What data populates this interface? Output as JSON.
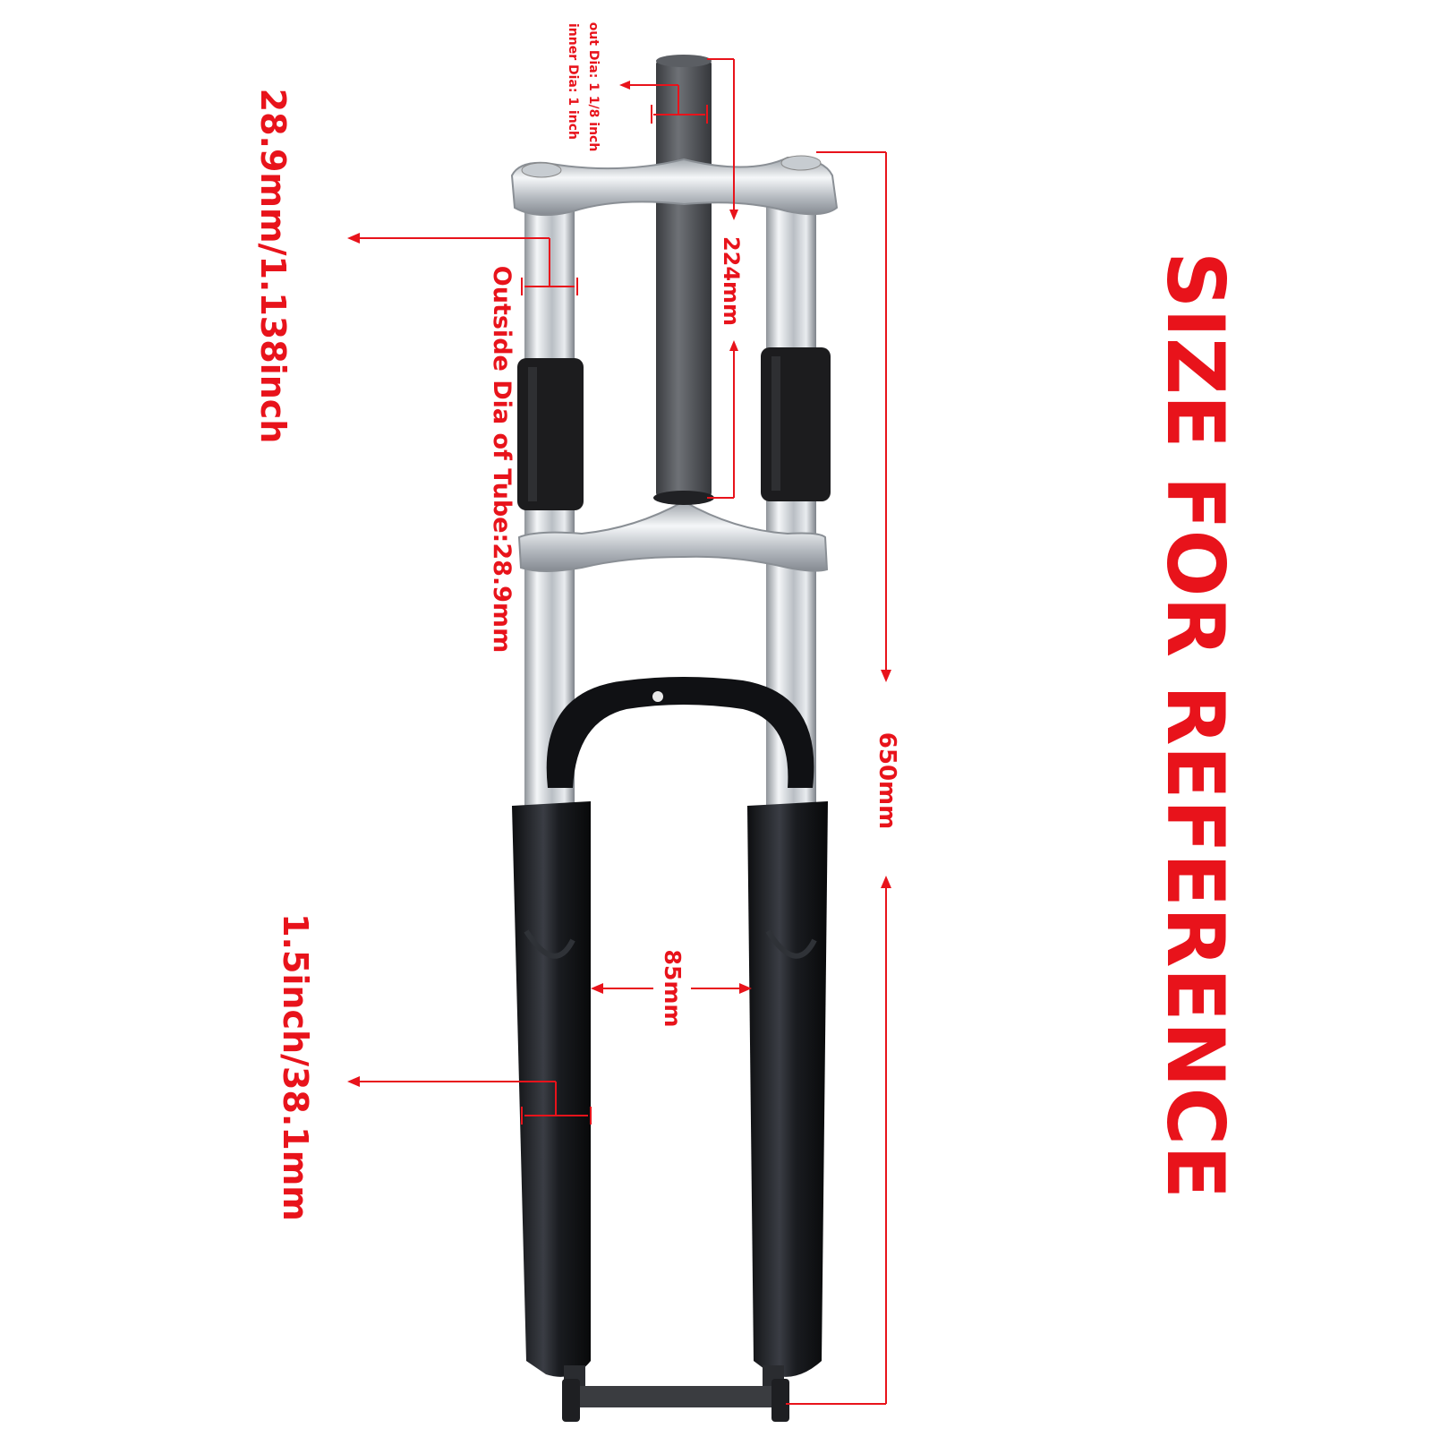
{
  "heading": "SIZE FOR REFERENCE",
  "labels": {
    "tube_dia_imperial": "28.9mm/1.138inch",
    "tube_dia_desc": "Outside Dia of Tube:28.9mm",
    "steerer_out_dia": "out Dia: 1 1/8 inch",
    "steerer_in_dia": "inner Dia: 1 inch",
    "steerer_length": "224mm",
    "total_length": "650mm",
    "axle_width": "85mm",
    "lower_dia": "1.5inch/38.1mm"
  },
  "colors": {
    "annotation": "#e8131b",
    "chrome": "#c9cdd2",
    "rubber_boot": "#1c1c1e",
    "lower_leg": "#16181c",
    "steerer": "#4a4c50"
  }
}
